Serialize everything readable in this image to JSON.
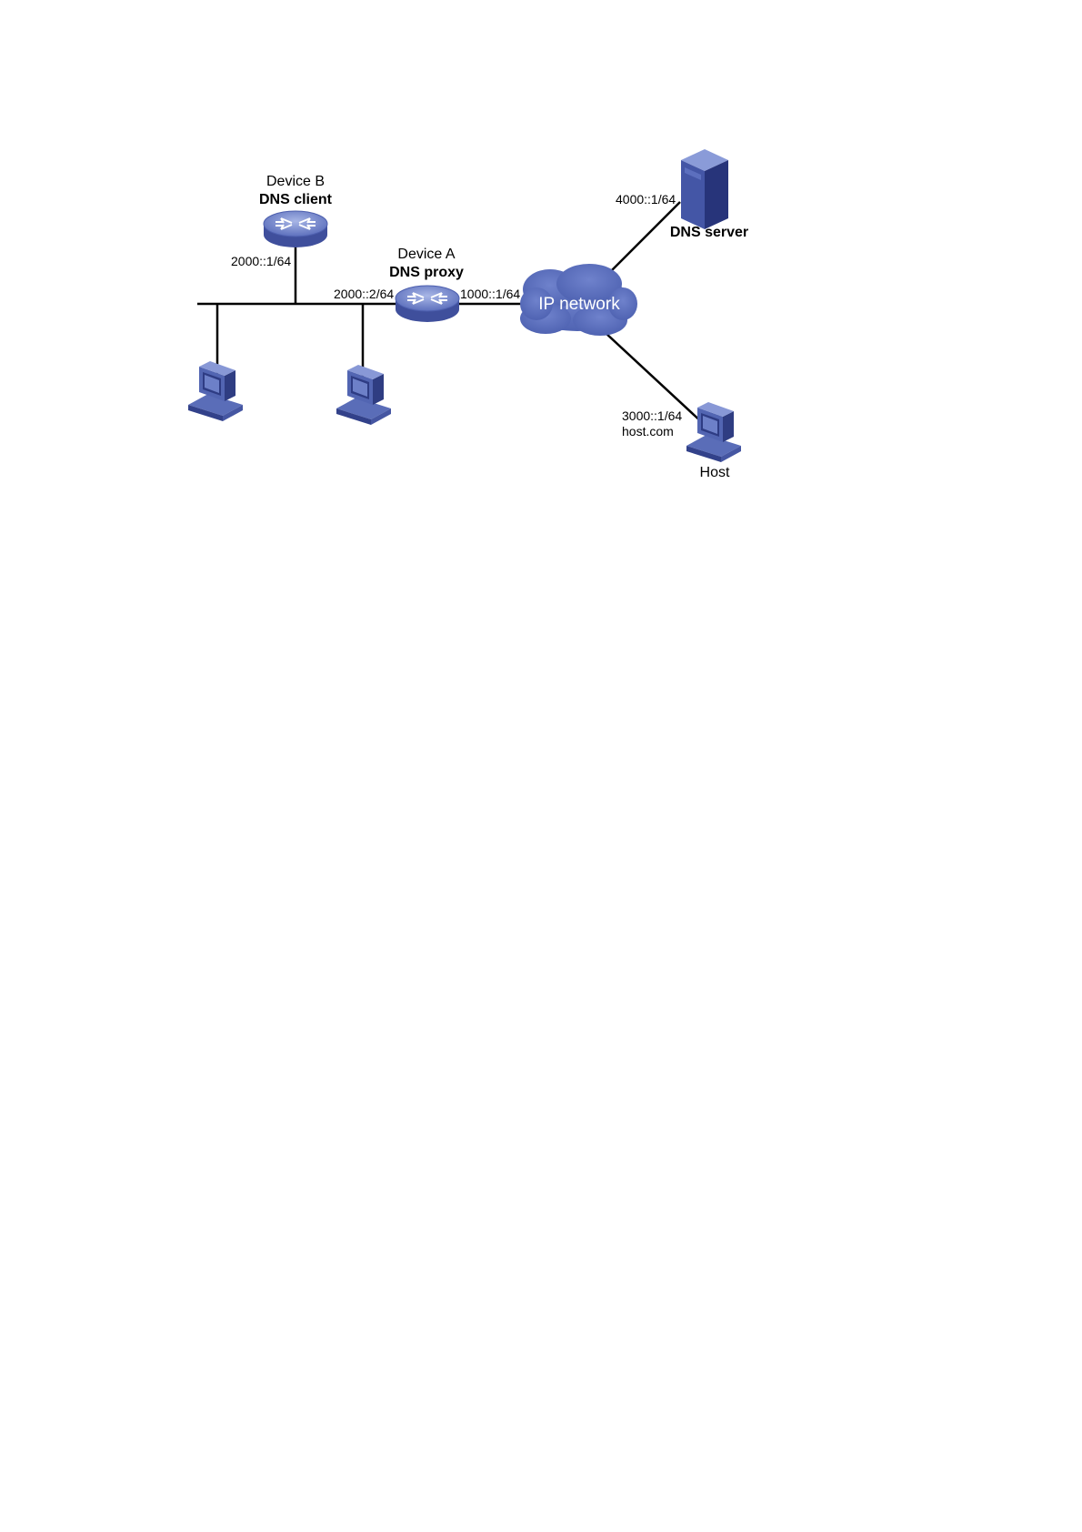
{
  "device_b": {
    "name": "Device B",
    "role": "DNS client",
    "interface": "2000::1/64"
  },
  "device_a": {
    "name": "Device A",
    "role": "DNS proxy",
    "interface_lan": "2000::2/64",
    "interface_wan": "1000::1/64"
  },
  "cloud": {
    "label": "IP network"
  },
  "dns_server": {
    "role": "DNS server",
    "interface": "4000::1/64"
  },
  "host": {
    "name": "Host",
    "interface": "3000::1/64",
    "domain": "host.com"
  },
  "colors": {
    "device_blue": "#5a6fb8",
    "device_dark": "#3c4a94",
    "device_light": "#8e9fd6",
    "link": "#000000"
  }
}
